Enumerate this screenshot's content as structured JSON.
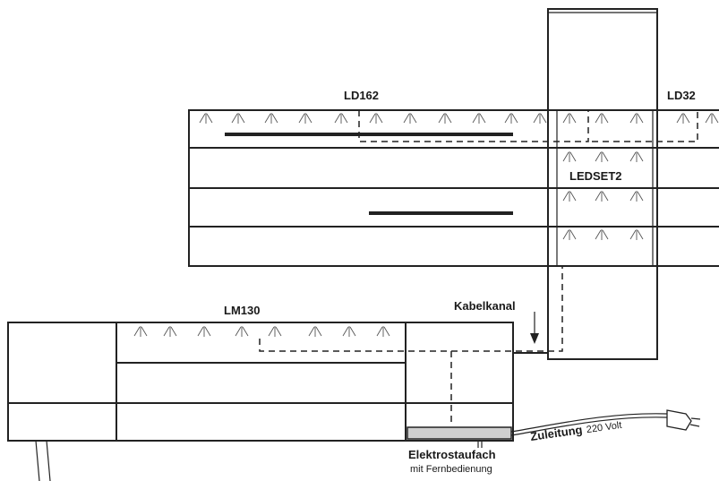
{
  "labels": {
    "ld162": "LD162",
    "ld32": "LD32",
    "ledset2": "LEDSET2",
    "lm130": "LM130",
    "kabelkanal": "Kabelkanal",
    "zuleitung": "Zuleitung",
    "volt": "220 Volt",
    "elektrostaufach": "Elektrostaufach",
    "fernbedienung": "mit Fernbedienung"
  },
  "colors": {
    "line": "#222222",
    "compartment_fill": "#cfcfcf"
  }
}
